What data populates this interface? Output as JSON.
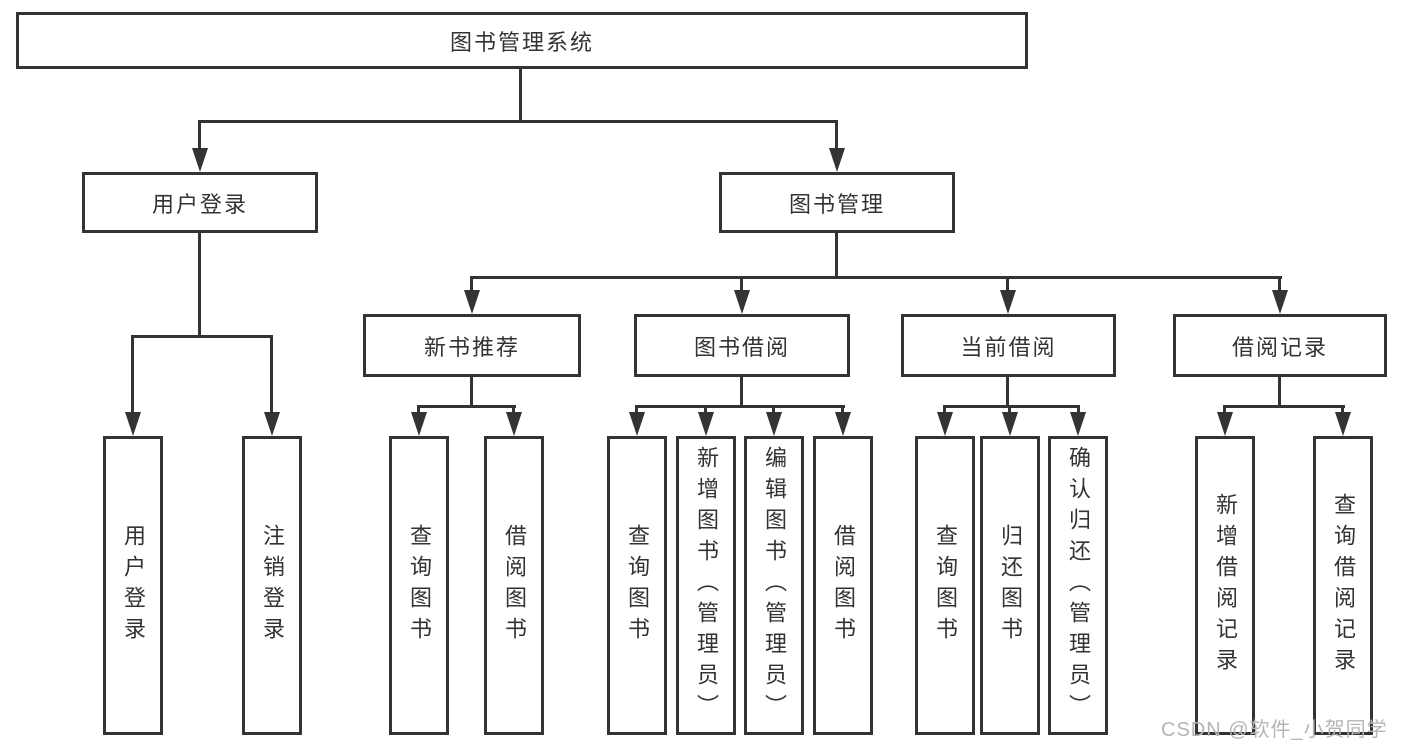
{
  "tree": {
    "label": "图书管理系统",
    "children": [
      {
        "label": "用户登录",
        "children": [
          {
            "label": "用户登录"
          },
          {
            "label": "注销登录"
          }
        ]
      },
      {
        "label": "图书管理",
        "children": [
          {
            "label": "新书推荐",
            "children": [
              {
                "label": "查询图书"
              },
              {
                "label": "借阅图书"
              }
            ]
          },
          {
            "label": "图书借阅",
            "children": [
              {
                "label": "查询图书"
              },
              {
                "label": "新增图书（管理员）"
              },
              {
                "label": "编辑图书（管理员）"
              },
              {
                "label": "借阅图书"
              }
            ]
          },
          {
            "label": "当前借阅",
            "children": [
              {
                "label": "查询图书"
              },
              {
                "label": "归还图书"
              },
              {
                "label": "确认归还（管理员）"
              }
            ]
          },
          {
            "label": "借阅记录",
            "children": [
              {
                "label": "新增借阅记录"
              },
              {
                "label": "查询借阅记录"
              }
            ]
          }
        ]
      }
    ]
  },
  "watermark": "CSDN @软件_小贺同学",
  "colors": {
    "line": "#333333",
    "text": "#333333",
    "watermark": "#b5b5b5",
    "background": "#ffffff"
  }
}
